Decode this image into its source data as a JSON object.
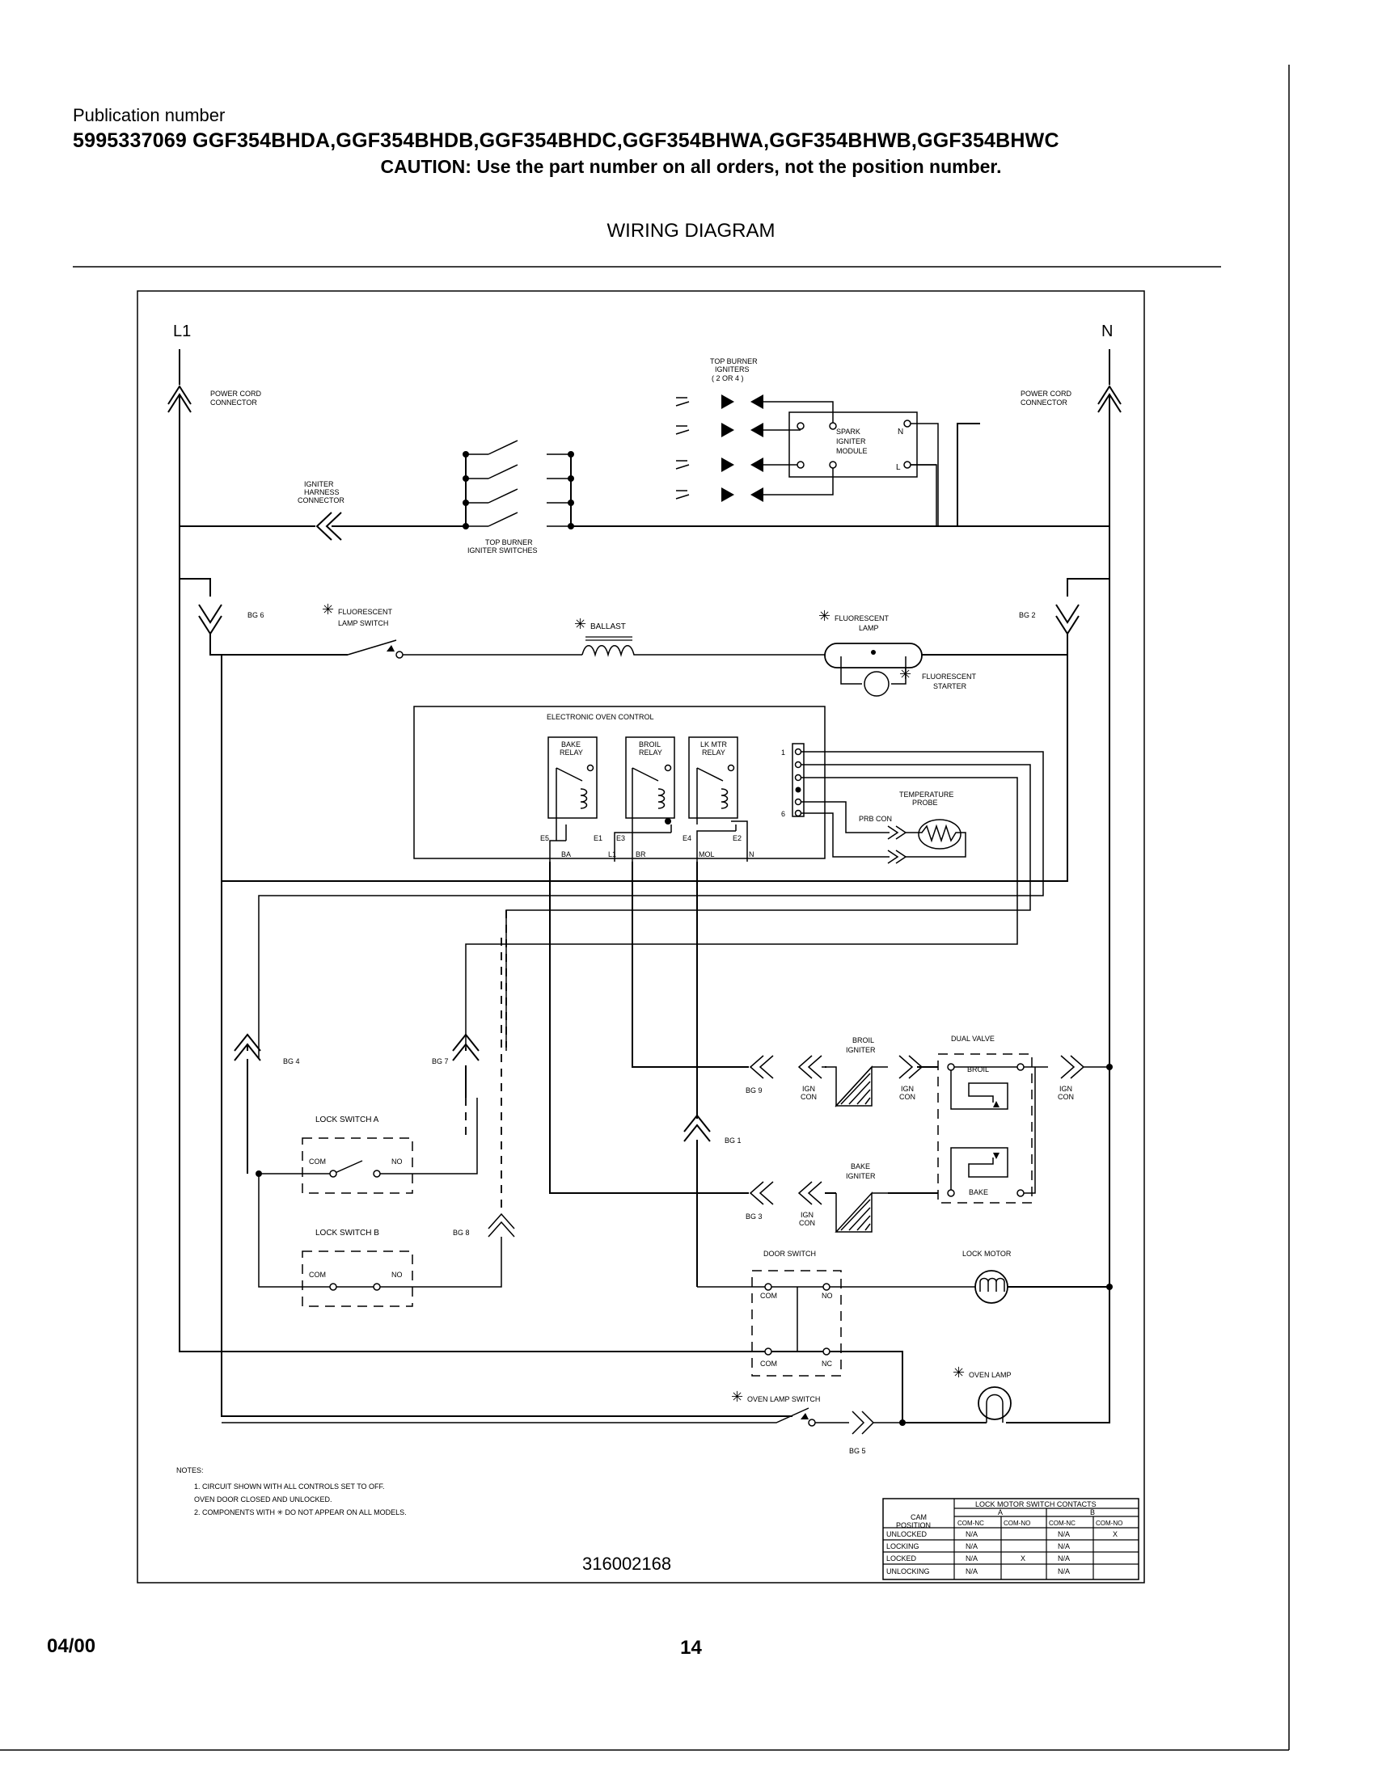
{
  "header": {
    "publication_label": "Publication number",
    "publication_line": "5995337069  GGF354BHDA,GGF354BHDB,GGF354BHDC,GGF354BHWA,GGF354BHWB,GGF354BHWC",
    "caution": "CAUTION:  Use the part number on all orders, not the position number.",
    "title": "WIRING DIAGRAM"
  },
  "diagram": {
    "line_l1": "L1",
    "line_n": "N",
    "power_cord_connector": "POWER CORD CONNECTOR",
    "power_cord_line1": "POWER CORD",
    "power_cord_line2": "CONNECTOR",
    "top_burner_igniters": [
      "TOP BURNER",
      "IGNITERS",
      "( 2 OR 4 )"
    ],
    "spark_module": [
      "SPARK",
      "IGNITER",
      "MODULE"
    ],
    "spark_n": "N",
    "spark_l": "L",
    "igniter_harness": [
      "IGNITER",
      "HARNESS",
      "CONNECTOR"
    ],
    "top_burner_switches": [
      "TOP BURNER",
      "IGNITER SWITCHES"
    ],
    "bg6": "BG 6",
    "bg2": "BG 2",
    "fluorescent_lamp_switch": [
      "FLUORESCENT",
      "LAMP SWITCH"
    ],
    "ballast": "BALLAST",
    "fluorescent_lamp": [
      "FLUORESCENT",
      "LAMP"
    ],
    "fluorescent_starter": [
      "FLUORESCENT",
      "STARTER"
    ],
    "asterisk": "✳",
    "eoc_title": "ELECTRONIC OVEN CONTROL",
    "bake_relay": [
      "BAKE",
      "RELAY"
    ],
    "broil_relay": [
      "BROIL",
      "RELAY"
    ],
    "lk_mtr_relay": [
      "LK MTR",
      "RELAY"
    ],
    "pin1": "1",
    "pin6": "6",
    "temperature_probe": [
      "TEMPERATURE",
      "PROBE"
    ],
    "prb_con": "PRB CON",
    "terminals": [
      "E5",
      "E1",
      "E3",
      "E4",
      "E2"
    ],
    "terminal_wires": [
      "BA",
      "L1",
      "BR",
      "MOL",
      "N"
    ],
    "bg4": "BG 4",
    "bg7": "BG 7",
    "bg8": "BG 8",
    "bg9": "BG 9",
    "bg1": "BG 1",
    "bg3": "BG 3",
    "bg5": "BG 5",
    "lock_switch_a": "LOCK SWITCH A",
    "lock_switch_b": "LOCK SWITCH B",
    "com": "COM",
    "no": "NO",
    "nc": "NC",
    "broil_igniter": [
      "BROIL",
      "IGNITER"
    ],
    "bake_igniter": [
      "BAKE",
      "IGNITER"
    ],
    "ign_con": [
      "IGN",
      "CON"
    ],
    "dual_valve": "DUAL VALVE",
    "broil": "BROIL",
    "bake": "BAKE",
    "door_switch": "DOOR SWITCH",
    "lock_motor": "LOCK MOTOR",
    "oven_lamp": "OVEN LAMP",
    "oven_lamp_switch": "OVEN LAMP SWITCH",
    "drawing_number": "316002168"
  },
  "notes": {
    "heading": "NOTES:",
    "items": [
      "1.  CIRCUIT SHOWN WITH ALL CONTROLS SET TO OFF.",
      "     OVEN DOOR CLOSED AND UNLOCKED.",
      "2.  COMPONENTS WITH ✳ DO NOT APPEAR ON ALL MODELS."
    ]
  },
  "lock_table": {
    "title": "LOCK MOTOR SWITCH CONTACTS",
    "cam_position": [
      "CAM",
      "POSITION"
    ],
    "group_a": "A",
    "group_b": "B",
    "subheaders": [
      "COM-NC",
      "COM-NO",
      "COM-NC",
      "COM-NO"
    ],
    "rows": [
      [
        "UNLOCKED",
        "N/A",
        "",
        "N/A",
        "X"
      ],
      [
        "LOCKING",
        "N/A",
        "",
        "N/A",
        ""
      ],
      [
        "LOCKED",
        "N/A",
        "X",
        "N/A",
        ""
      ],
      [
        "UNLOCKING",
        "N/A",
        "",
        "N/A",
        ""
      ]
    ]
  },
  "footer": {
    "date": "04/00",
    "page": "14"
  }
}
